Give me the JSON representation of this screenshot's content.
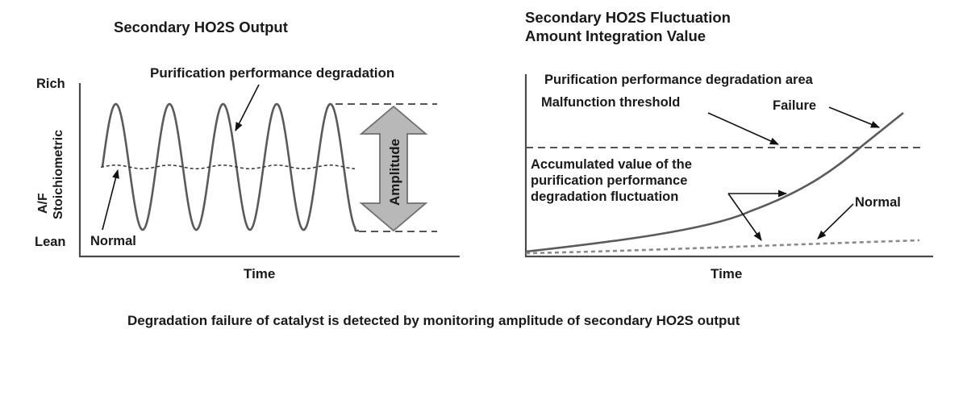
{
  "left_panel": {
    "title": "Secondary HO2S Output",
    "y_label_line1": "A/F",
    "y_label_line2": "Stoichiometric",
    "tick_rich": "Rich",
    "tick_lean": "Lean",
    "x_label": "Time",
    "annotation_degradation": "Purification performance degradation",
    "annotation_normal": "Normal",
    "amplitude_label": "Amplitude"
  },
  "right_panel": {
    "title_line1": "Secondary HO2S Fluctuation",
    "title_line2": "Amount Integration Value",
    "x_label": "Time",
    "annotation_area": "Purification performance degradation area",
    "annotation_threshold": "Malfunction threshold",
    "annotation_failure": "Failure",
    "annotation_accum_line1": "Accumulated value of the",
    "annotation_accum_line2": "purification performance",
    "annotation_accum_line3": "degradation fluctuation",
    "annotation_normal": "Normal"
  },
  "caption": "Degradation failure of catalyst is detected by monitoring amplitude of secondary HO2S output",
  "colors": {
    "curve": "#5a5a5a",
    "axis": "#4a4a4a",
    "dashed": "#555555",
    "arrow_fill": "#b8b8b8",
    "text": "#1a1a1a"
  }
}
